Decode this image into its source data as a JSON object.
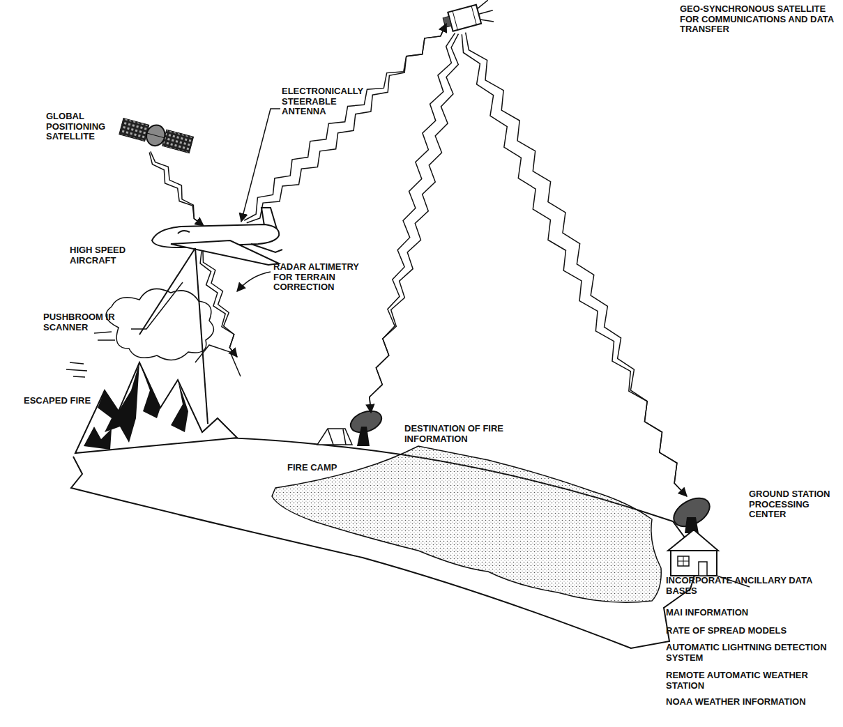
{
  "diagram": {
    "labels": [
      "GEO-SYNCHRONOUS SATELLITE FOR COMMUNICATIONS AND DATA TRANSFER",
      "ELECTRONICALLY STEERABLE ANTENNA",
      "GLOBAL POSITIONING SATELLITE",
      "HIGH SPEED AIRCRAFT",
      "RADAR ALTIMETRY FOR TERRAIN CORRECTION",
      "PUSHBROOM IR SCANNER",
      "ESCAPED FIRE",
      "DESTINATION OF FIRE INFORMATION",
      "FIRE CAMP",
      "GROUND STATION PROCESSING CENTER",
      "INCORPORATE ANCILLARY DATA BASES",
      "MAI INFORMATION",
      "RATE OF SPREAD MODELS",
      "AUTOMATIC LIGHTNING DETECTION SYSTEM",
      "REMOTE AUTOMATIC WEATHER STATION",
      "NOAA WEATHER INFORMATION"
    ]
  }
}
